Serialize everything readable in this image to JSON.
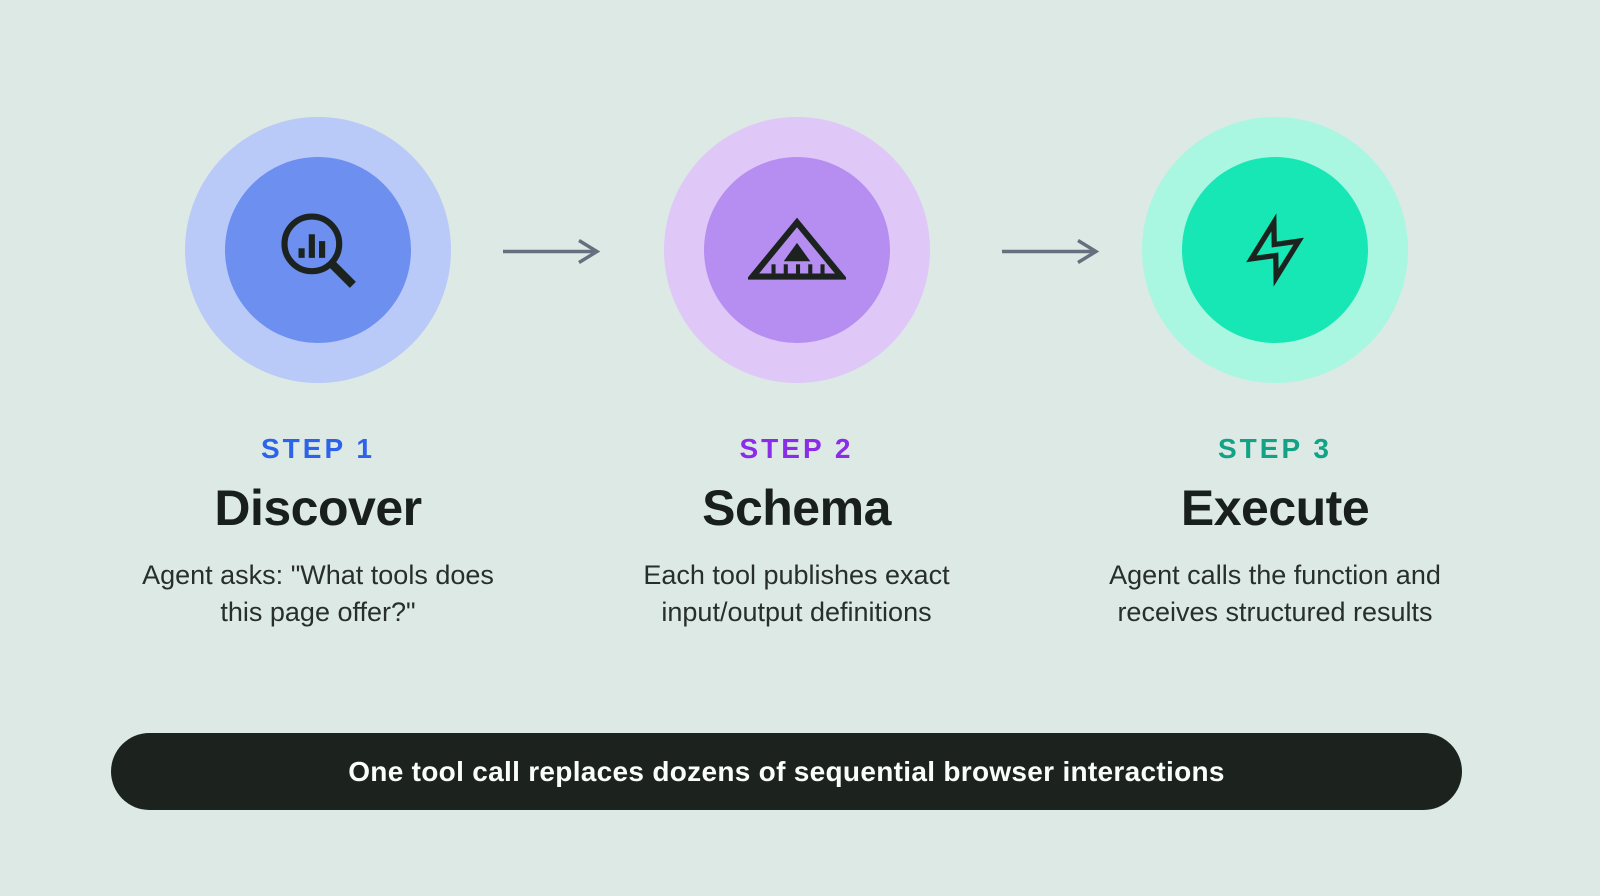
{
  "page": {
    "background_color": "#dde9e5",
    "icon_color": "#1c231e"
  },
  "steps": [
    {
      "label": "STEP 1",
      "title": "Discover",
      "description": "Agent asks: \"What tools does this page offer?\"",
      "icon": "search-bar-chart-icon",
      "accent_color": "#2d63ea",
      "circle_outer_color": "#b9c9f8",
      "circle_inner_color": "#6c8ff0"
    },
    {
      "label": "STEP 2",
      "title": "Schema",
      "description": "Each tool publishes exact input/output definitions",
      "icon": "set-square-ruler-icon",
      "accent_color": "#8b2ce6",
      "circle_outer_color": "#dfc8f7",
      "circle_inner_color": "#b68df0"
    },
    {
      "label": "STEP 3",
      "title": "Execute",
      "description": "Agent calls the function and receives structured results",
      "icon": "lightning-bolt-icon",
      "accent_color": "#12a285",
      "circle_outer_color": "#a9f6e1",
      "circle_inner_color": "#17e6b5"
    }
  ],
  "arrows": {
    "color": "#676e7d"
  },
  "banner": {
    "text": "One tool call replaces dozens of sequential browser interactions",
    "background_color": "#1c231e",
    "text_color": "#fbfdfb"
  }
}
